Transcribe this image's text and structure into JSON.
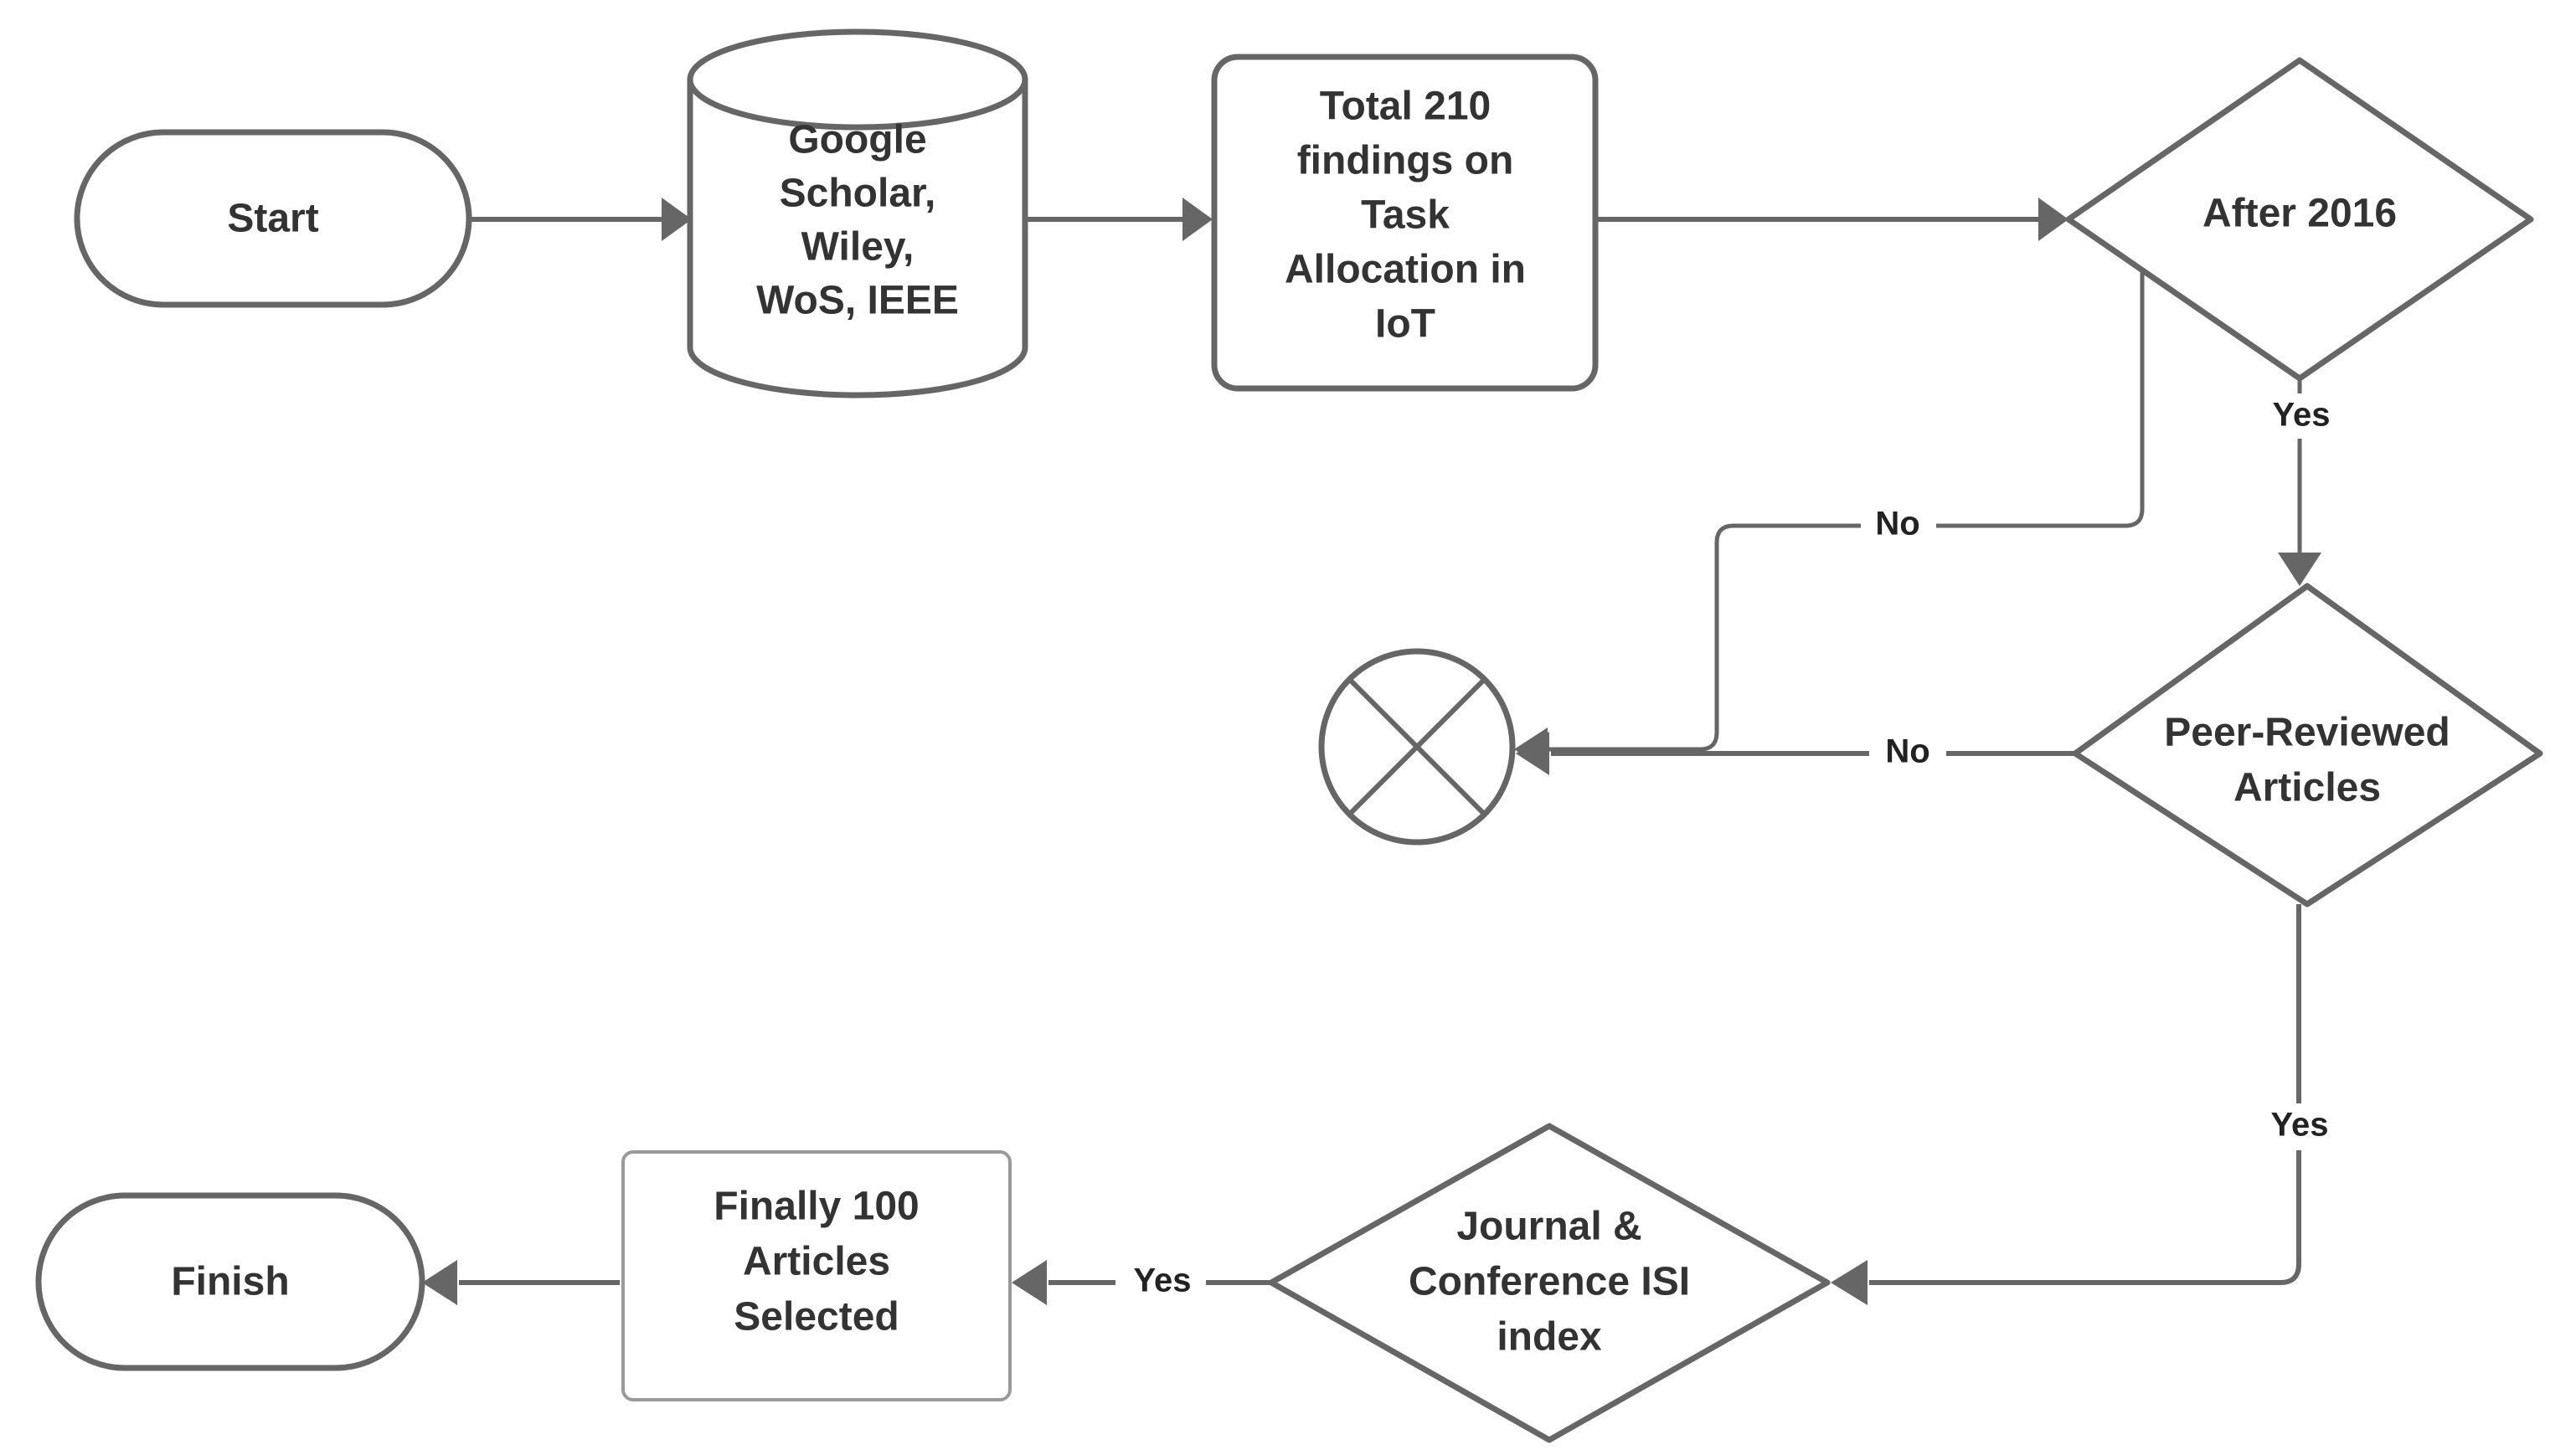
{
  "diagram": {
    "title": "Literature selection flowchart",
    "type": "flowchart",
    "background_color": "#ffffff",
    "stroke_color": "#666666",
    "text_color": "#333333",
    "nodes": {
      "start": {
        "label": "Start",
        "shape": "terminator-capsule"
      },
      "databases": {
        "shape": "cylinder-database",
        "line1": "Google",
        "line2": "Scholar,",
        "line3": "Wiley,",
        "line4": "WoS, IEEE"
      },
      "findings": {
        "shape": "rounded-rectangle",
        "line1": "Total 210",
        "line2": "findings on",
        "line3": "Task",
        "line4": "Allocation in",
        "line5": "IoT"
      },
      "after_2016": {
        "shape": "decision-diamond",
        "label": "After 2016"
      },
      "peer_reviewed": {
        "shape": "decision-diamond",
        "line1": "Peer-Reviewed",
        "line2": "Articles"
      },
      "rejected": {
        "shape": "circle-cross-terminator",
        "label": ""
      },
      "isi_index": {
        "shape": "decision-diamond",
        "line1": "Journal &",
        "line2": "Conference ISI",
        "line3": "index"
      },
      "selected": {
        "shape": "rectangle",
        "line1": "Finally 100",
        "line2": "Articles",
        "line3": "Selected"
      },
      "finish": {
        "label": "Finish",
        "shape": "terminator-capsule"
      }
    },
    "edges": [
      {
        "from": "start",
        "to": "databases",
        "label": ""
      },
      {
        "from": "databases",
        "to": "findings",
        "label": ""
      },
      {
        "from": "findings",
        "to": "after_2016",
        "label": ""
      },
      {
        "from": "after_2016",
        "to": "peer_reviewed",
        "label": "Yes"
      },
      {
        "from": "after_2016",
        "to": "rejected",
        "label": "No"
      },
      {
        "from": "peer_reviewed",
        "to": "rejected",
        "label": "No"
      },
      {
        "from": "peer_reviewed",
        "to": "isi_index",
        "label": "Yes"
      },
      {
        "from": "isi_index",
        "to": "selected",
        "label": "Yes"
      },
      {
        "from": "selected",
        "to": "finish",
        "label": ""
      }
    ],
    "edge_labels": {
      "after2016_no": "No",
      "after2016_yes": "Yes",
      "peer_no": "No",
      "peer_yes": "Yes",
      "isi_yes": "Yes"
    }
  }
}
